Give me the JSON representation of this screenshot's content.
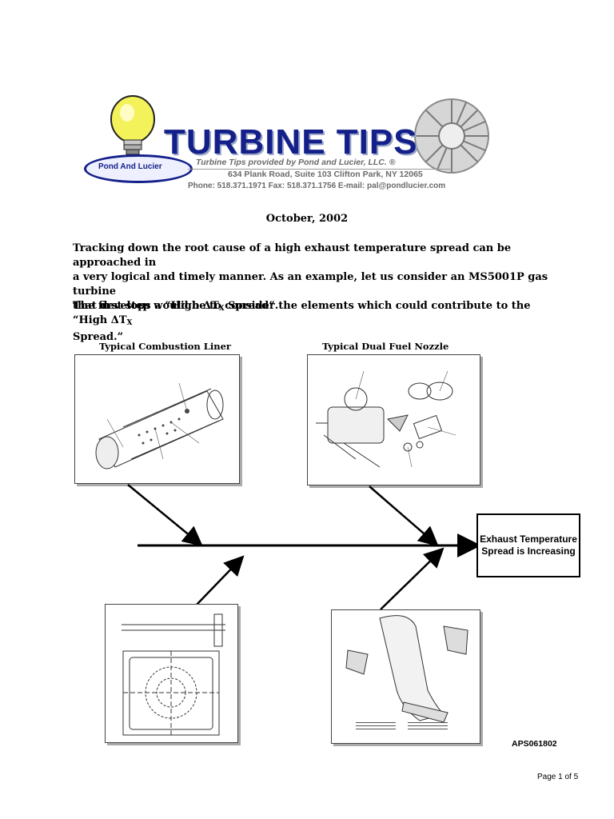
{
  "header": {
    "title": "TURBINE TIPS",
    "logo_text": "Pond And Lucier",
    "provided_by": "Turbine Tips provided by Pond and Lucier, LLC. ®",
    "address": "634 Plank Road, Suite 103 Clifton Park, NY 12065",
    "contact": "Phone: 518.371.1971   Fax: 518.371.1756   E-mail: pal@pondlucier.com"
  },
  "body": {
    "date": "October, 2002",
    "paragraph1_line1": "Tracking down the root cause of a high exhaust temperature spread can be approached in",
    "paragraph1_line2": "a very logical and timely manner.  As an example, let us consider an MS5001P gas turbine",
    "paragraph1_line3_pre": "that develops a “High ",
    "delta": "ΔT",
    "sub_x": "X",
    "paragraph1_line3_post": " Spread”.",
    "paragraph2_line1_pre": "The first step would be to consider the elements which could contribute to the “High ",
    "paragraph2_line2": "Spread.”"
  },
  "diagram": {
    "caption_liner": "Typical Combustion Liner",
    "caption_nozzle": "Typical Dual Fuel Nozzle",
    "outcome_line1": "Exhaust Temperature",
    "outcome_line2": "Spread  is Increasing"
  },
  "footer": {
    "doc_id": "APS061802",
    "page": "Page 1 of 5"
  },
  "colors": {
    "brand_blue": "#14208a",
    "gray_text": "#6a6a6a"
  }
}
